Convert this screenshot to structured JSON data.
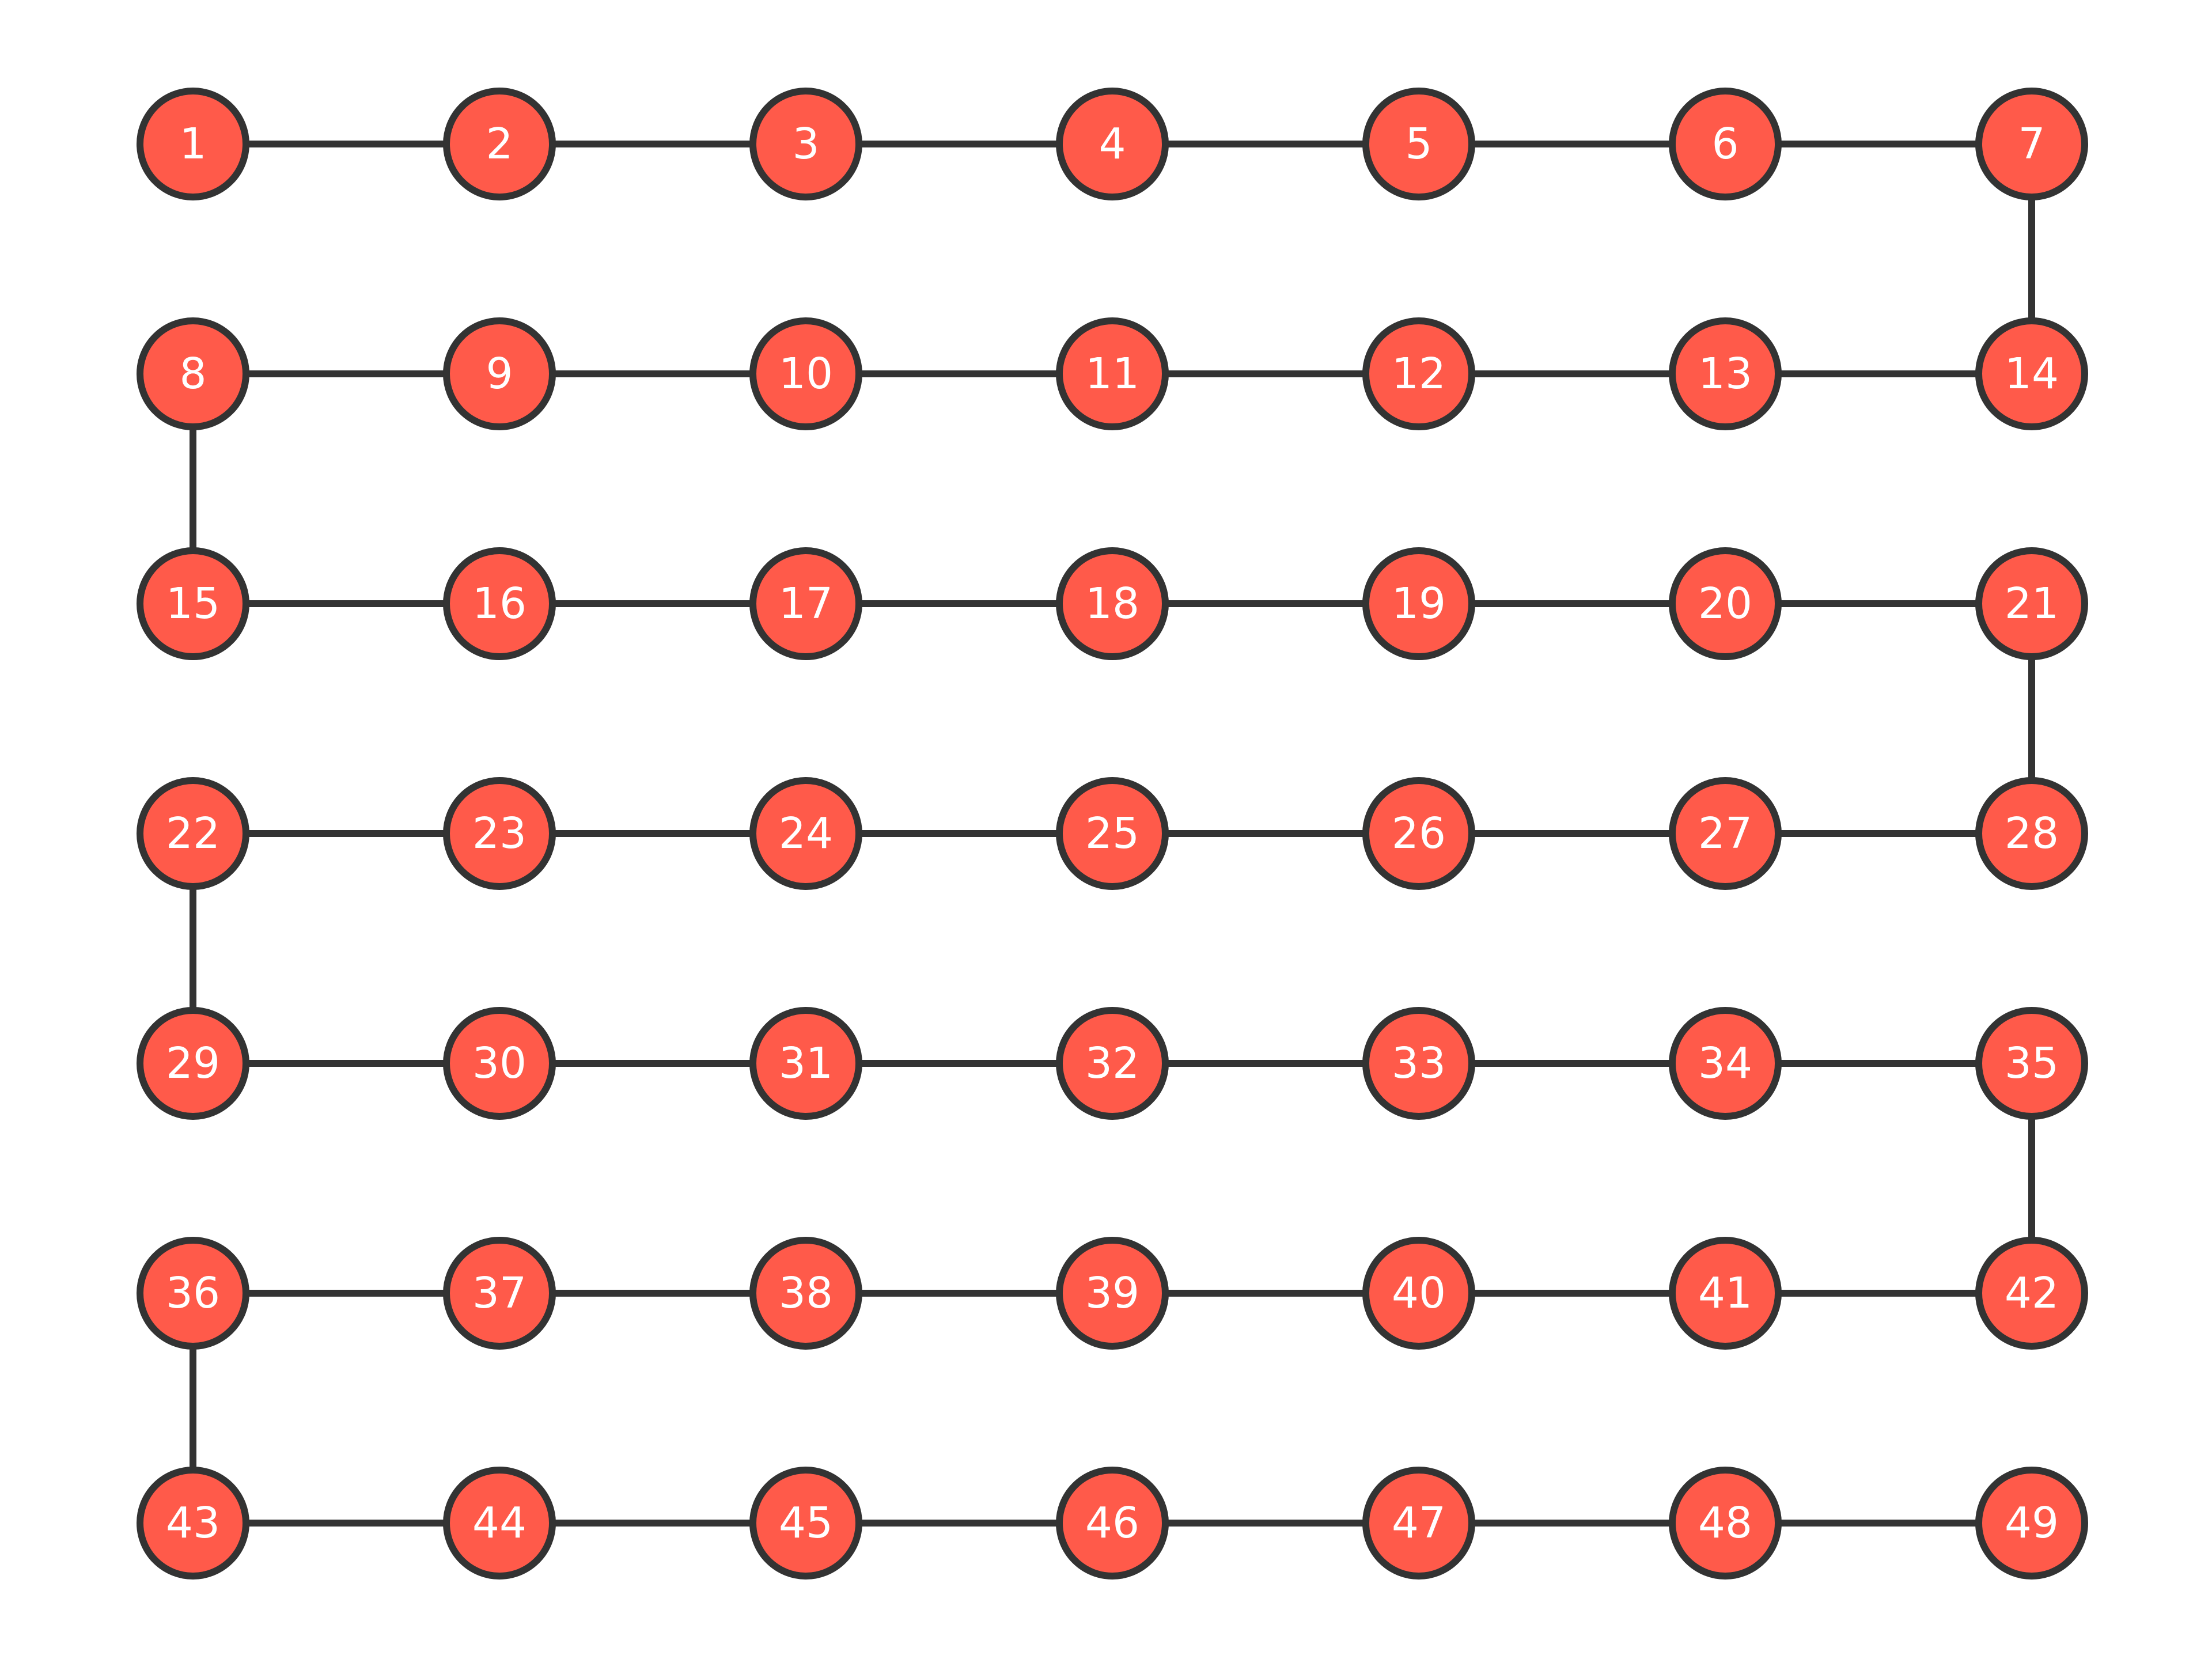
{
  "graph": {
    "node_fill": "#ff5a4a",
    "node_stroke": "#333333",
    "edge_color": "#333333",
    "label_color": "#ffffff",
    "columns": 7,
    "rows": 7,
    "nodes": [
      {
        "id": "1"
      },
      {
        "id": "2"
      },
      {
        "id": "3"
      },
      {
        "id": "4"
      },
      {
        "id": "5"
      },
      {
        "id": "6"
      },
      {
        "id": "7"
      },
      {
        "id": "8"
      },
      {
        "id": "9"
      },
      {
        "id": "10"
      },
      {
        "id": "11"
      },
      {
        "id": "12"
      },
      {
        "id": "13"
      },
      {
        "id": "14"
      },
      {
        "id": "15"
      },
      {
        "id": "16"
      },
      {
        "id": "17"
      },
      {
        "id": "18"
      },
      {
        "id": "19"
      },
      {
        "id": "20"
      },
      {
        "id": "21"
      },
      {
        "id": "22"
      },
      {
        "id": "23"
      },
      {
        "id": "24"
      },
      {
        "id": "25"
      },
      {
        "id": "26"
      },
      {
        "id": "27"
      },
      {
        "id": "28"
      },
      {
        "id": "29"
      },
      {
        "id": "30"
      },
      {
        "id": "31"
      },
      {
        "id": "32"
      },
      {
        "id": "33"
      },
      {
        "id": "34"
      },
      {
        "id": "35"
      },
      {
        "id": "36"
      },
      {
        "id": "37"
      },
      {
        "id": "38"
      },
      {
        "id": "39"
      },
      {
        "id": "40"
      },
      {
        "id": "41"
      },
      {
        "id": "42"
      },
      {
        "id": "43"
      },
      {
        "id": "44"
      },
      {
        "id": "45"
      },
      {
        "id": "46"
      },
      {
        "id": "47"
      },
      {
        "id": "48"
      },
      {
        "id": "49"
      }
    ],
    "edges": [
      [
        "1",
        "2"
      ],
      [
        "2",
        "3"
      ],
      [
        "3",
        "4"
      ],
      [
        "4",
        "5"
      ],
      [
        "5",
        "6"
      ],
      [
        "6",
        "7"
      ],
      [
        "7",
        "14"
      ],
      [
        "8",
        "9"
      ],
      [
        "9",
        "10"
      ],
      [
        "10",
        "11"
      ],
      [
        "11",
        "12"
      ],
      [
        "12",
        "13"
      ],
      [
        "13",
        "14"
      ],
      [
        "8",
        "15"
      ],
      [
        "15",
        "16"
      ],
      [
        "16",
        "17"
      ],
      [
        "17",
        "18"
      ],
      [
        "18",
        "19"
      ],
      [
        "19",
        "20"
      ],
      [
        "20",
        "21"
      ],
      [
        "21",
        "28"
      ],
      [
        "22",
        "23"
      ],
      [
        "23",
        "24"
      ],
      [
        "24",
        "25"
      ],
      [
        "25",
        "26"
      ],
      [
        "26",
        "27"
      ],
      [
        "27",
        "28"
      ],
      [
        "22",
        "29"
      ],
      [
        "29",
        "30"
      ],
      [
        "30",
        "31"
      ],
      [
        "31",
        "32"
      ],
      [
        "32",
        "33"
      ],
      [
        "33",
        "34"
      ],
      [
        "34",
        "35"
      ],
      [
        "35",
        "42"
      ],
      [
        "36",
        "37"
      ],
      [
        "37",
        "38"
      ],
      [
        "38",
        "39"
      ],
      [
        "39",
        "40"
      ],
      [
        "40",
        "41"
      ],
      [
        "41",
        "42"
      ],
      [
        "36",
        "43"
      ],
      [
        "43",
        "44"
      ],
      [
        "44",
        "45"
      ],
      [
        "45",
        "46"
      ],
      [
        "46",
        "47"
      ],
      [
        "47",
        "48"
      ],
      [
        "48",
        "49"
      ]
    ]
  }
}
